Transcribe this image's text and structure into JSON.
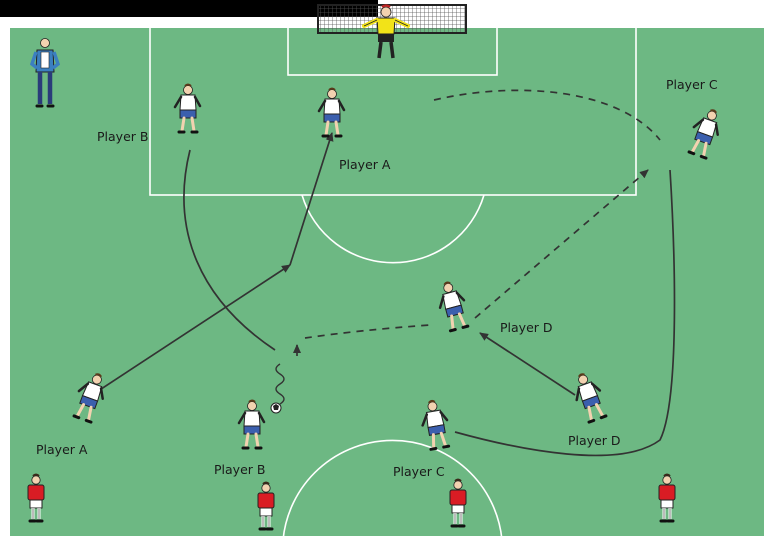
{
  "colors": {
    "pitch": "#6db883",
    "lines": "#ffffff",
    "attacker_shirt": "#ffffff",
    "attacker_shorts": "#3b5fae",
    "defender_shirt": "#d91c24",
    "keeper_shirt": "#f2e318",
    "coach": "#3b7fc0",
    "arrow": "#1a1a1a"
  },
  "icons": {
    "attacker": "footballer-white-kit-icon",
    "defender": "footballer-red-kit-icon",
    "goalkeeper": "goalkeeper-icon",
    "coach": "coach-icon",
    "ball": "football-icon",
    "goal": "goal-net-icon"
  },
  "labels": {
    "player_b_top": "Player B",
    "player_a_top": "Player A",
    "player_c_top": "Player C",
    "player_d_mid": "Player D",
    "player_a_bottom": "Player A",
    "player_b_bottom": "Player B",
    "player_c_bottom": "Player C",
    "player_d_bottom": "Player D"
  }
}
